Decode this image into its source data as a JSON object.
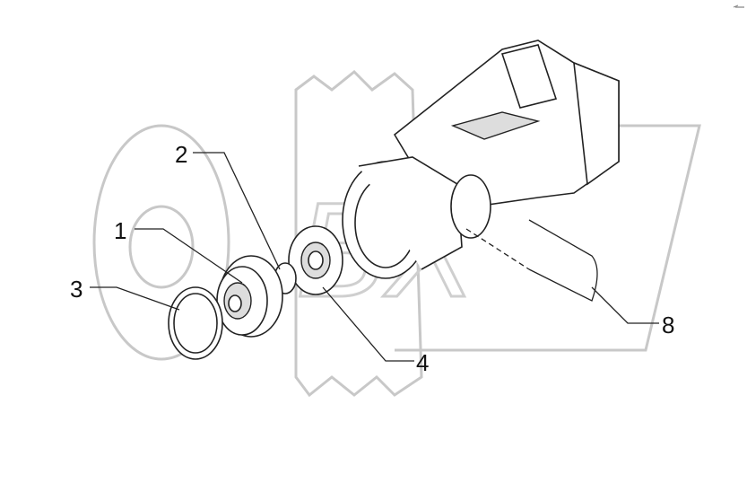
{
  "diagram": {
    "type": "exploded parts view",
    "callouts": [
      {
        "id": "1",
        "label": "1"
      },
      {
        "id": "2",
        "label": "2"
      },
      {
        "id": "3",
        "label": "3"
      },
      {
        "id": "4",
        "label": "4"
      },
      {
        "id": "8",
        "label": "8"
      }
    ],
    "watermark": "ORBX",
    "colors": {
      "line": "#222222",
      "watermark": "#c8c8c8",
      "part_shade": "#dddddd"
    }
  }
}
